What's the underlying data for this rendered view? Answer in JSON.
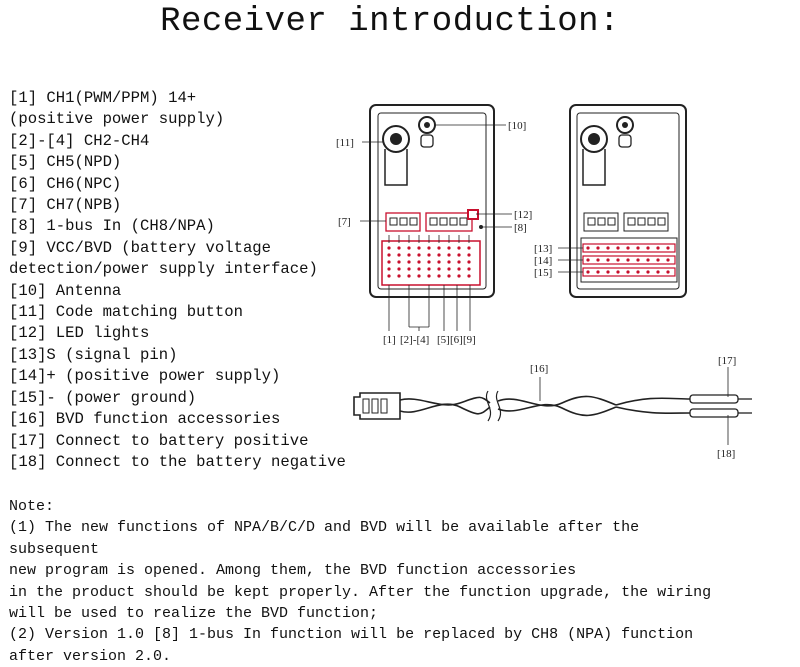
{
  "title": "Receiver introduction:",
  "legend": [
    "[1] CH1(PWM/PPM) 14+",
    "(positive power supply)",
    "[2]-[4] CH2-CH4",
    "[5] CH5(NPD)",
    "[6] CH6(NPC)",
    "[7] CH7(NPB)",
    "[8] 1-bus In (CH8/NPA)",
    "[9] VCC/BVD (battery voltage",
    "detection/power supply interface)",
    "[10] Antenna",
    "[11] Code matching button",
    "[12] LED lights",
    "[13]S (signal pin)",
    "[14]+ (positive power supply)",
    "[15]- (power ground)",
    "[16] BVD function accessories",
    "[17] Connect to battery positive",
    "[18] Connect to the battery negative"
  ],
  "callouts": {
    "c1": "[1]",
    "c2_4": "[2]-[4]",
    "c5": "[5]",
    "c6": "[6]",
    "c7": "[7]",
    "c8": "[8]",
    "c9": "[9]",
    "c10": "[10]",
    "c11": "[11]",
    "c12": "[12]",
    "c13": "[13]",
    "c14": "[14]",
    "c15": "[15]",
    "c16": "[16]",
    "c17": "[17]",
    "c18": "[18]"
  },
  "notes": [
    "Note:",
    "(1) The new functions of NPA/B/C/D and BVD will be available after the",
    "subsequent",
    "new program is opened. Among them, the BVD function accessories",
    "in the product should be kept properly. After the function upgrade, the wiring",
    "will be used to realize the BVD function;",
    "(2) Version 1.0 [8] 1-bus In function will be replaced by CH8 (NPA) function",
    "after version 2.0."
  ],
  "colors": {
    "highlight": "#c8102e",
    "line": "#222222"
  }
}
